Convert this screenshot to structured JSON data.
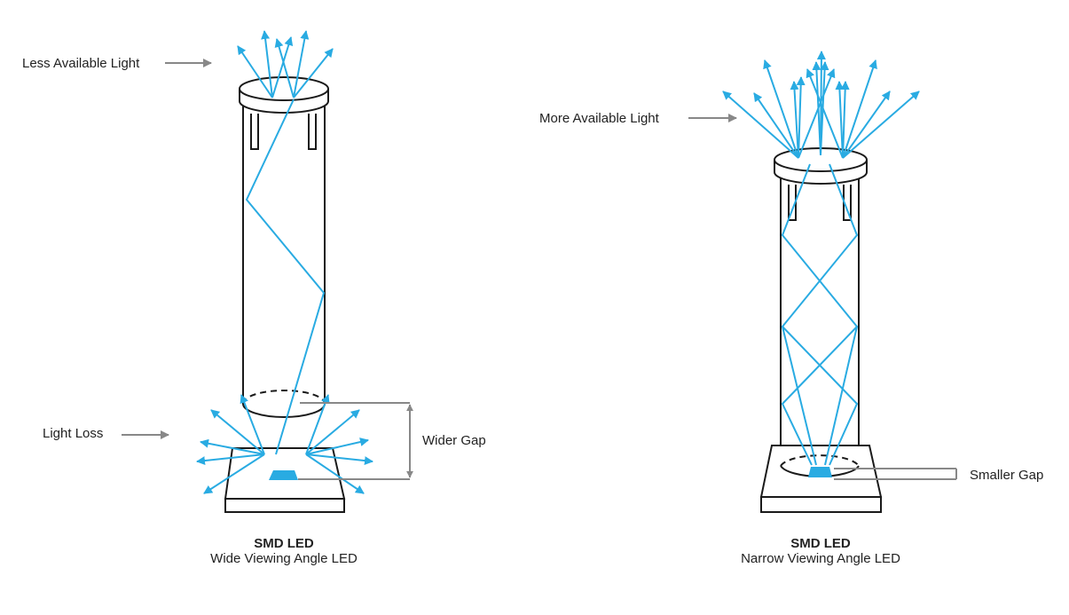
{
  "colors": {
    "light": "#29abe2",
    "outline": "#1a1a1a",
    "pointer": "#888888"
  },
  "left": {
    "top_label": "Less Available Light",
    "loss_label": "Light Loss",
    "gap_label": "Wider Gap",
    "title": "SMD LED",
    "subtitle": "Wide Viewing Angle LED"
  },
  "right": {
    "top_label": "More Available Light",
    "gap_label": "Smaller Gap",
    "title": "SMD LED",
    "subtitle": "Narrow Viewing Angle LED"
  }
}
